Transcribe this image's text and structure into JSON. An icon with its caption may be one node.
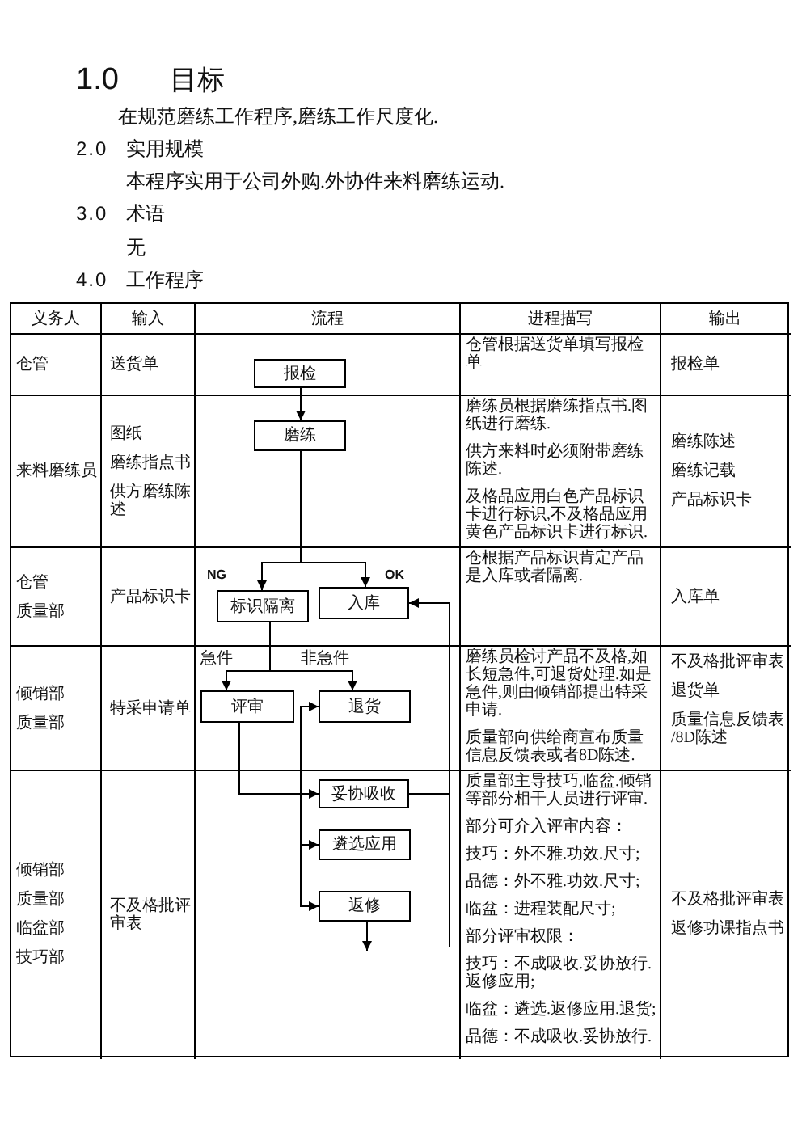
{
  "diagram": {
    "nodes": [
      {
        "text": [
          "报检"
        ]
      },
      {
        "text": [
          "磨练"
        ]
      },
      {
        "text": [
          "标识隔离"
        ]
      },
      {
        "text": [
          "入库"
        ]
      },
      {
        "text": [
          "评审"
        ]
      },
      {
        "text": [
          "退货"
        ]
      },
      {
        "text": [
          "妥协吸收"
        ]
      },
      {
        "text": [
          "遴选应用"
        ]
      },
      {
        "text": [
          "返修"
        ]
      }
    ],
    "edges": [
      {
        "from": 0,
        "to": 1,
        "arrow": "to"
      },
      {
        "from": 1,
        "to": 2,
        "arrow": "to",
        "label": "NG"
      },
      {
        "from": 1,
        "to": 3,
        "arrow": "to",
        "label": "OK"
      },
      {
        "from": 2,
        "to": 4,
        "arrow": "to",
        "label": "急件"
      },
      {
        "from": 2,
        "to": 5,
        "arrow": "to",
        "label": "非急件"
      },
      {
        "from": 4,
        "to": 5,
        "arrow": "to"
      },
      {
        "from": 4,
        "to": 6,
        "arrow": "to"
      },
      {
        "from": 4,
        "to": 7,
        "arrow": "to"
      },
      {
        "from": 4,
        "to": 8,
        "arrow": "to"
      },
      {
        "from": 6,
        "to": 3,
        "arrow": "to"
      },
      {
        "from": 8,
        "to": null,
        "arrow": "to"
      }
    ],
    "labels": [
      "1.0",
      "目标",
      "在规范磨练工作程序,磨练工作尺度化.",
      "2.0",
      "实用规模",
      "本程序实用于公司外购.外协件来料磨练运动.",
      "3.0",
      "术语",
      "无",
      "4.0",
      "工作程序",
      "义务人",
      "输入",
      "流程",
      "进程描写",
      "输出",
      "仓管",
      "送货单",
      "仓管根据送货单填写报检单",
      "报检单",
      "来料磨练员",
      "图纸",
      "磨练指点书",
      "供方磨练陈述",
      "磨练员根据磨练指点书.图纸进行磨练.",
      "供方来料时必须附带磨练陈述.",
      "及格品应用白色产品标识卡进行标识,不及格品应用黄色产品标识卡进行标识.",
      "磨练陈述",
      "磨练记载",
      "产品标识卡",
      "仓管",
      "质量部",
      "产品标识卡",
      "仓根据产品标识肯定产品是入库或者隔离.",
      "入库单",
      "倾销部",
      "质量部",
      "特采申请单",
      "磨练员检讨产品不及格,如长短急件,可退货处理.如是急件,则由倾销部提出特采申请.",
      "质量部向供给商宣布质量信息反馈表或者8D陈述.",
      "不及格批评审表",
      "退货单",
      "质量信息反馈表/8D陈述",
      "倾销部",
      "质量部",
      "临盆部",
      "技巧部",
      "不及格批评审表",
      "质量部主导技巧,临盆.倾销等部分相干人员进行评审.",
      "部分可介入评审内容：",
      "技巧：外不雅.功效.尺寸;",
      "品德：外不雅.功效.尺寸;",
      "临盆：进程装配尺寸;",
      "部分评审权限：",
      "技巧：不成吸收.妥协放行.返修应用;",
      "临盆：遴选.返修应用.退货;",
      "品德：不成吸收.妥协放行.",
      "不及格批评审表",
      "返修功课指点书"
    ]
  }
}
